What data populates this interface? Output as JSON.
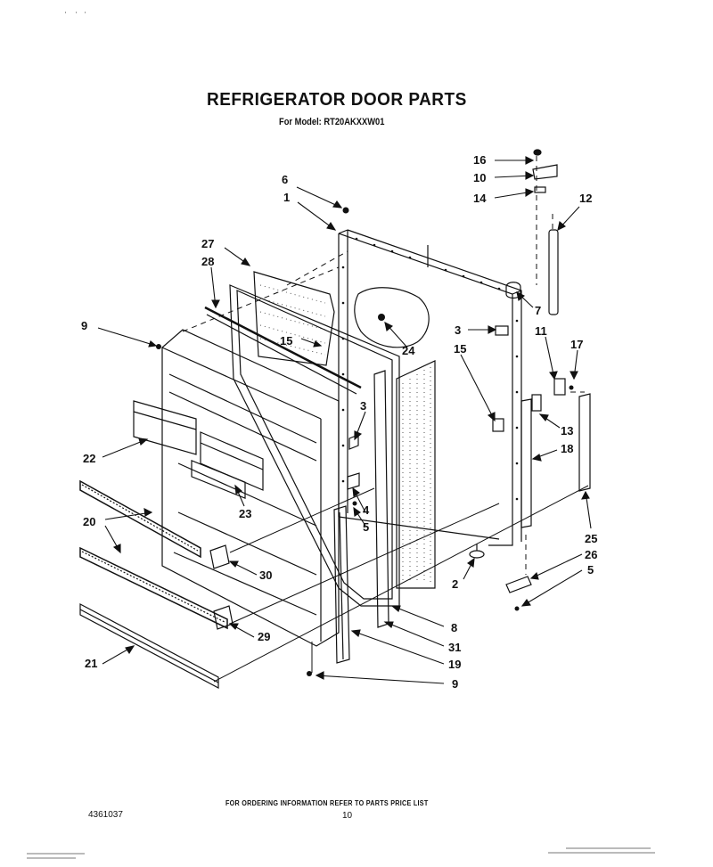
{
  "header": {
    "title": "REFRIGERATOR DOOR PARTS",
    "subtitle": "For Model: RT20AKXXW01"
  },
  "callouts": {
    "c16": "16",
    "c10": "10",
    "c14": "14",
    "c12": "12",
    "c6": "6",
    "c1": "1",
    "c27": "27",
    "c28": "28",
    "c7": "7",
    "c9a": "9",
    "c15a": "15",
    "c24": "24",
    "c3a": "3",
    "c15b": "15",
    "c11": "11",
    "c17": "17",
    "c3b": "3",
    "c13": "13",
    "c18": "18",
    "c22": "22",
    "c4": "4",
    "c5a": "5",
    "c23": "23",
    "c20": "20",
    "c25": "25",
    "c26": "26",
    "c5b": "5",
    "c30": "30",
    "c2": "2",
    "c29": "29",
    "c8": "8",
    "c31": "31",
    "c21": "21",
    "c19": "19",
    "c9b": "9"
  },
  "footer": {
    "ordering_note": "FOR ORDERING INFORMATION REFER TO PARTS PRICE LIST",
    "page_number": "10",
    "part_number": "4361037"
  }
}
